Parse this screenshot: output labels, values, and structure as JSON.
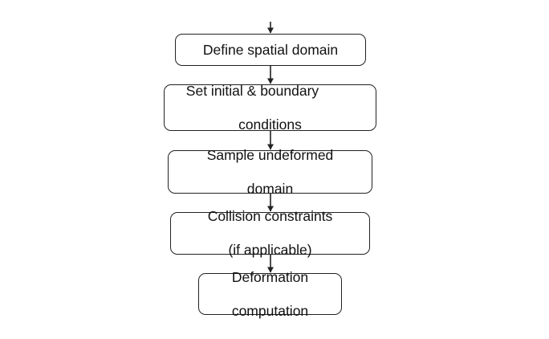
{
  "flowchart": {
    "steps": [
      {
        "line1": "Define spatial domain",
        "line2": ""
      },
      {
        "line1": "Set initial & boundary",
        "line2": "conditions"
      },
      {
        "line1": "Sample undeformed",
        "line2": "domain"
      },
      {
        "line1": "Collision constraints",
        "line2": "(if applicable)"
      },
      {
        "line1": "Deformation",
        "line2": "computation"
      }
    ],
    "colors": {
      "stroke": "#222222",
      "background": "#ffffff",
      "text": "#111111"
    }
  }
}
